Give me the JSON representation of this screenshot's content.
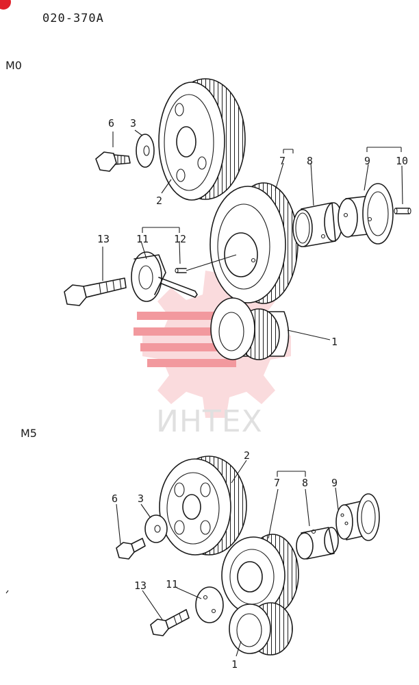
{
  "header": {
    "code": "020-370A",
    "badge_color": "#e0202a"
  },
  "sections": [
    {
      "variant": "M0",
      "callouts": [
        "6",
        "3",
        "2",
        "7",
        "8",
        "9",
        "10",
        "13",
        "11",
        "12",
        "1"
      ]
    },
    {
      "variant": "M5",
      "callouts": [
        "2",
        "7",
        "8",
        "9",
        "6",
        "3",
        "13",
        "11",
        "1"
      ]
    }
  ],
  "watermark": {
    "text": "ИНТЕХ",
    "color": "#e8474f"
  }
}
